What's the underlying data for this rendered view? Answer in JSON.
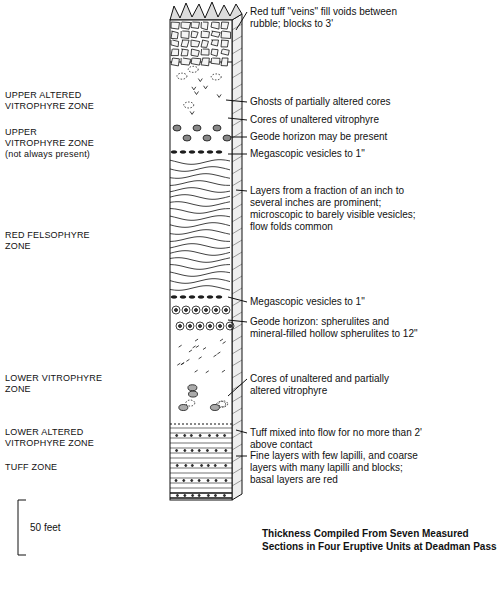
{
  "diagram": {
    "caption": "Thickness Compiled From Seven Measured Sections in Four Eruptive Units at Deadman Pass",
    "labels": [
      "Red tuff \"veins\" fill voids between rubble; blocks to 3'",
      "UPPER ALTERED VITROPHYRE ZONE",
      "Ghosts of partially altered cores",
      "Cores of unaltered vitrophyre",
      "UPPER VITROPHYRE ZONE (not always present)",
      "Geode horizon may be present",
      "Megascopic vesicles to 1\"",
      "Layers from a fraction of an inch to several inches are prominent; microscopic to barely visible vesicles; flow folds common",
      "RED FELSOPHYRE ZONE",
      "Megascopic vesicles to 1\"",
      "Geode horizon: spherulites and mineral-filled hollow spherulites to 12\"",
      "LOWER VITROPHYRE ZONE",
      "Cores of unaltered and partially altered vitrophyre",
      "LOWER ALTERED VITROPHYRE ZONE",
      "Tuff mixed into flow for no more than 2' above contact",
      "TUFF ZONE",
      "Fine layers with few lapilli, and coarse layers with many lapilli and blocks; basal layers are red",
      "50 feet"
    ]
  }
}
